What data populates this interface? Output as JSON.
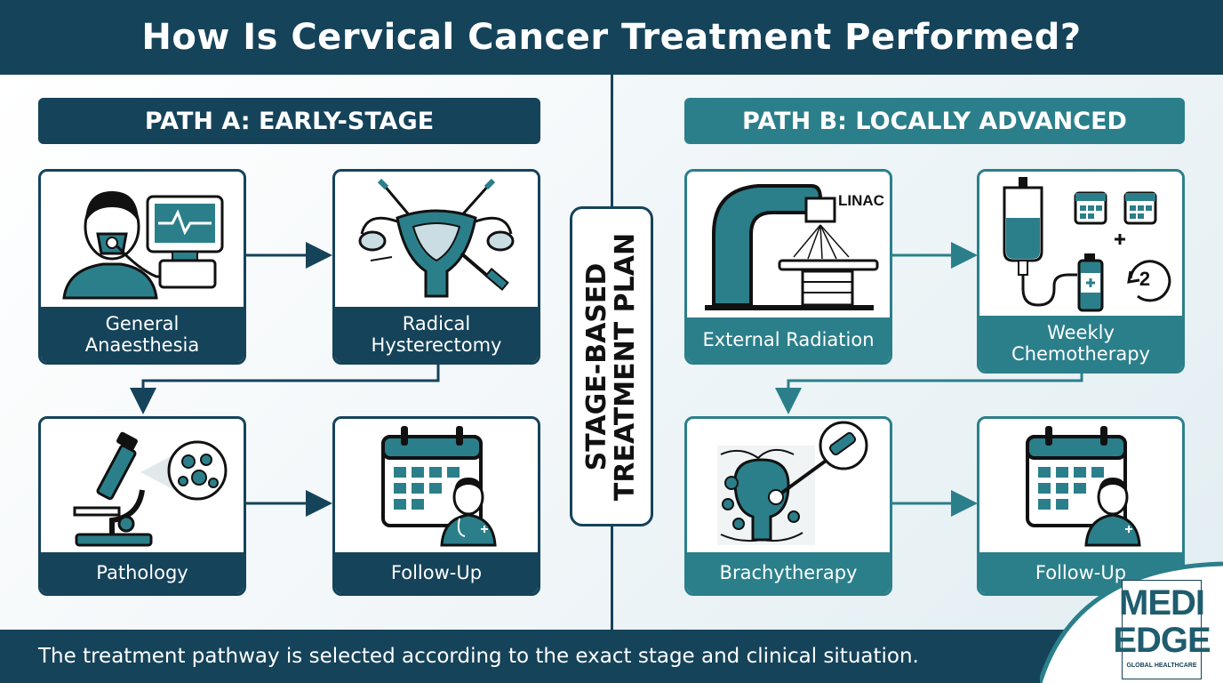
{
  "title": "How Is Cervical Cancer Treatment Performed?",
  "center_label": {
    "line1": "STAGE-BASED",
    "line2": "TREATMENT PLAN"
  },
  "path_a": {
    "header": "PATH A: EARLY-STAGE",
    "steps": [
      {
        "label": "General\nAnaesthesia",
        "icon": "anaesthesia-icon"
      },
      {
        "label": "Radical\nHysterectomy",
        "icon": "hysterectomy-icon"
      },
      {
        "label": "Pathology",
        "icon": "microscope-icon"
      },
      {
        "label": "Follow-Up",
        "icon": "calendar-doctor-icon"
      }
    ]
  },
  "path_b": {
    "header": "PATH B: LOCALLY ADVANCED",
    "steps": [
      {
        "label": "External Radiation",
        "icon": "linac-icon",
        "icon_text": "LINAC"
      },
      {
        "label": "Weekly\nChemotherapy",
        "icon": "iv-chemo-calendar-icon",
        "icon_text": "2"
      },
      {
        "label": "Brachytherapy",
        "icon": "brachytherapy-icon"
      },
      {
        "label": "Follow-Up",
        "icon": "calendar-doctor-icon"
      }
    ]
  },
  "footer": "The treatment pathway is selected according to the exact stage and clinical situation.",
  "logo": {
    "line1": "MEDI",
    "line2": "EDGE",
    "tagline": "GLOBAL HEALTHCARE"
  },
  "colors": {
    "navy": "#15435a",
    "teal": "#2b7f8a",
    "light": "#eef4f7"
  }
}
